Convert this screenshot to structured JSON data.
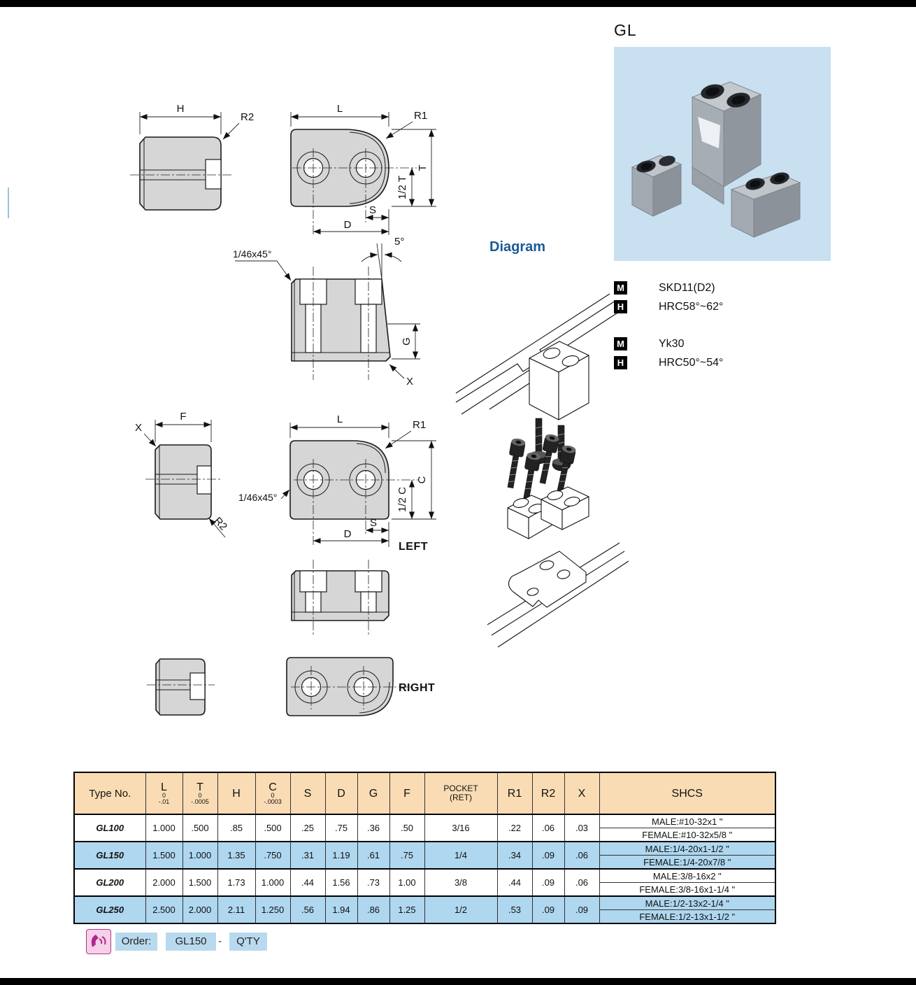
{
  "page": {
    "product_code": "GL",
    "diagram_title": "Diagram"
  },
  "specs": [
    {
      "icon": "M",
      "value": "SKD11(D2)"
    },
    {
      "icon": "H",
      "value": "HRC58°~62°"
    },
    {
      "icon": "M",
      "value": "Yk30"
    },
    {
      "icon": "H",
      "value": "HRC50°~54°"
    }
  ],
  "drawings": {
    "labels": {
      "h": "H",
      "r2": "R2",
      "l": "L",
      "r1": "R1",
      "t": "T",
      "half_t": "1/2 T",
      "s": "S",
      "d": "D",
      "angle": "5°",
      "chamfer": "1/46x45°",
      "g": "G",
      "x": "X",
      "f": "F",
      "c": "C",
      "half_c": "1/2 C"
    },
    "views": {
      "left": "LEFT",
      "right": "RIGHT"
    }
  },
  "table": {
    "headers": {
      "type_no": "Type No.",
      "l_main": "L",
      "l_tol_top": "0",
      "l_tol_bot": "-.01",
      "t_main": "T",
      "t_tol_top": "0",
      "t_tol_bot": "-.0005",
      "h": "H",
      "c_main": "C",
      "c_tol_top": "0",
      "c_tol_bot": "-.0003",
      "s": "S",
      "d": "D",
      "g": "G",
      "f": "F",
      "pocket_line1": "POCKET",
      "pocket_line2": "(RET)",
      "r1": "R1",
      "r2": "R2",
      "x": "X",
      "shcs": "SHCS"
    },
    "rows": [
      {
        "type": "GL100",
        "l": "1.000",
        "t": ".500",
        "h": ".85",
        "c": ".500",
        "s": ".25",
        "d": ".75",
        "g": ".36",
        "f": ".50",
        "pocket": "3/16",
        "r1": ".22",
        "r2": ".06",
        "x": ".03",
        "shcs_male": "MALE:#10-32x1 \"",
        "shcs_female": "FEMALE:#10-32x5/8 \""
      },
      {
        "type": "GL150",
        "l": "1.500",
        "t": "1.000",
        "h": "1.35",
        "c": ".750",
        "s": ".31",
        "d": "1.19",
        "g": ".61",
        "f": ".75",
        "pocket": "1/4",
        "r1": ".34",
        "r2": ".09",
        "x": ".06",
        "shcs_male": "MALE:1/4-20x1-1/2 \"",
        "shcs_female": "FEMALE:1/4-20x7/8 \""
      },
      {
        "type": "GL200",
        "l": "2.000",
        "t": "1.500",
        "h": "1.73",
        "c": "1.000",
        "s": ".44",
        "d": "1.56",
        "g": ".73",
        "f": "1.00",
        "pocket": "3/8",
        "r1": ".44",
        "r2": ".09",
        "x": ".06",
        "shcs_male": "MALE:3/8-16x2 \"",
        "shcs_female": "FEMALE:3/8-16x1-1/4 \""
      },
      {
        "type": "GL250",
        "l": "2.500",
        "t": "2.000",
        "h": "2.11",
        "c": "1.250",
        "s": ".56",
        "d": "1.94",
        "g": ".86",
        "f": "1.25",
        "pocket": "1/2",
        "r1": ".53",
        "r2": ".09",
        "x": ".09",
        "shcs_male": "MALE:1/2-13x2-1/4 \"",
        "shcs_female": "FEMALE:1/2-13x1-1/2 \""
      }
    ]
  },
  "order": {
    "label": "Order:",
    "model": "GL150",
    "separator": "-",
    "qty": "Q'TY"
  },
  "colors": {
    "header_bg": "#FADCB4",
    "row_blue": "#AFD7EF",
    "photo_bg": "#C9E0F1",
    "accent_blue": "#1A5A96",
    "order_chip": "#B9DAEE",
    "phone_magenta": "#B1338F"
  }
}
